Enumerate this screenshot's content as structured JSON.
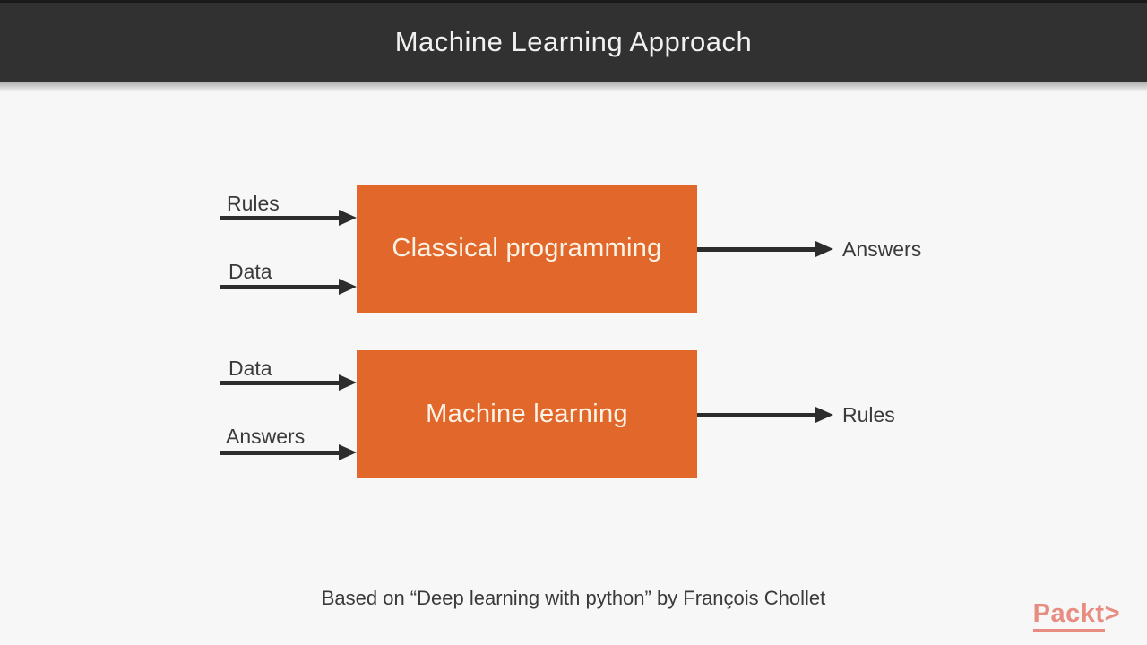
{
  "header": {
    "title": "Machine Learning Approach"
  },
  "diagram": {
    "flows": [
      {
        "box_label": "Classical programming",
        "inputs": [
          "Rules",
          "Data"
        ],
        "output": "Answers"
      },
      {
        "box_label": "Machine learning",
        "inputs": [
          "Data",
          "Answers"
        ],
        "output": "Rules"
      }
    ],
    "colors": {
      "box_fill": "#e2672b",
      "box_text": "#fbf3e6",
      "arrow": "#2d2d2d",
      "background": "#f7f7f7",
      "header_bg": "#313131"
    }
  },
  "footer": {
    "attribution": "Based on “Deep learning with python” by François Chollet",
    "logo": {
      "text": "Packt",
      "chevron": ">",
      "color": "#e88c82"
    }
  }
}
